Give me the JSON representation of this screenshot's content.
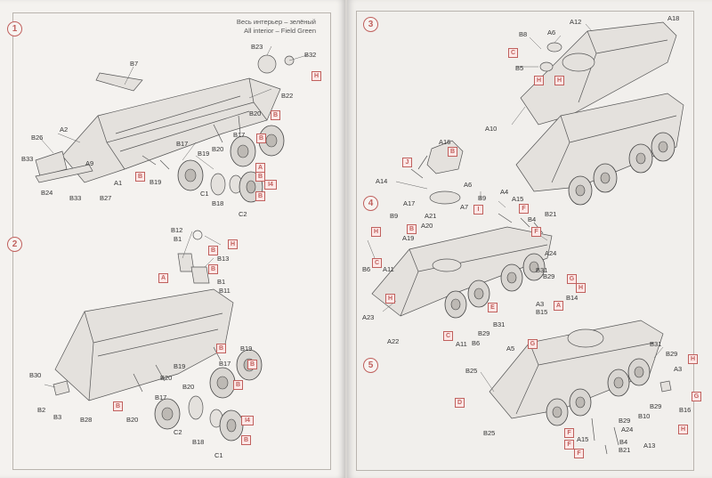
{
  "header": {
    "line_ru": "Весь интерьер – зелёный",
    "line_en": "All interior – Field Green"
  },
  "steps": [
    "1",
    "2",
    "3",
    "4",
    "5"
  ],
  "parts": {
    "s1": [
      "B7",
      "B23",
      "B32",
      "B22",
      "B20",
      "B26",
      "A2",
      "B33",
      "A9",
      "A1",
      "B24",
      "B33",
      "B27",
      "B17",
      "B19",
      "B20",
      "B17",
      "B19",
      "B18",
      "C1",
      "C2"
    ],
    "s2": [
      "B12",
      "B1",
      "B13",
      "B1",
      "B11",
      "B19",
      "B17",
      "B20",
      "B30",
      "B2",
      "B3",
      "B28",
      "B20",
      "B17",
      "B19",
      "B20",
      "B18",
      "C2",
      "C1"
    ],
    "s3": [
      "B8",
      "A6",
      "A12",
      "A18",
      "B5",
      "A10"
    ],
    "s4": [
      "A16",
      "A14",
      "A6",
      "A17",
      "A7",
      "B9",
      "A4",
      "A15",
      "A21",
      "B9",
      "A20",
      "A19",
      "B4",
      "B21",
      "A24",
      "B6",
      "A11",
      "B31",
      "B29",
      "A23",
      "B14",
      "A3",
      "B15",
      "A22",
      "B29",
      "B31",
      "A11",
      "B6"
    ],
    "s5": [
      "A5",
      "B31",
      "B29",
      "B25",
      "A3",
      "B16",
      "B10",
      "B29",
      "B29",
      "B25",
      "A15",
      "A24",
      "A13",
      "B4",
      "B21"
    ]
  },
  "tags": {
    "s1": [
      "H",
      "B",
      "B",
      "A",
      "B",
      "B",
      "I4",
      "B"
    ],
    "s2": [
      "H",
      "B",
      "B",
      "A",
      "B",
      "B",
      "I4",
      "B",
      "B",
      "B"
    ],
    "s3": [
      "C",
      "H",
      "H"
    ],
    "s4": [
      "J",
      "B",
      "H",
      "B",
      "I",
      "F",
      "F",
      "C",
      "H",
      "G",
      "H",
      "G",
      "A",
      "E",
      "C"
    ],
    "s5": [
      "D",
      "H",
      "G",
      "F",
      "H",
      "F",
      "F"
    ]
  }
}
